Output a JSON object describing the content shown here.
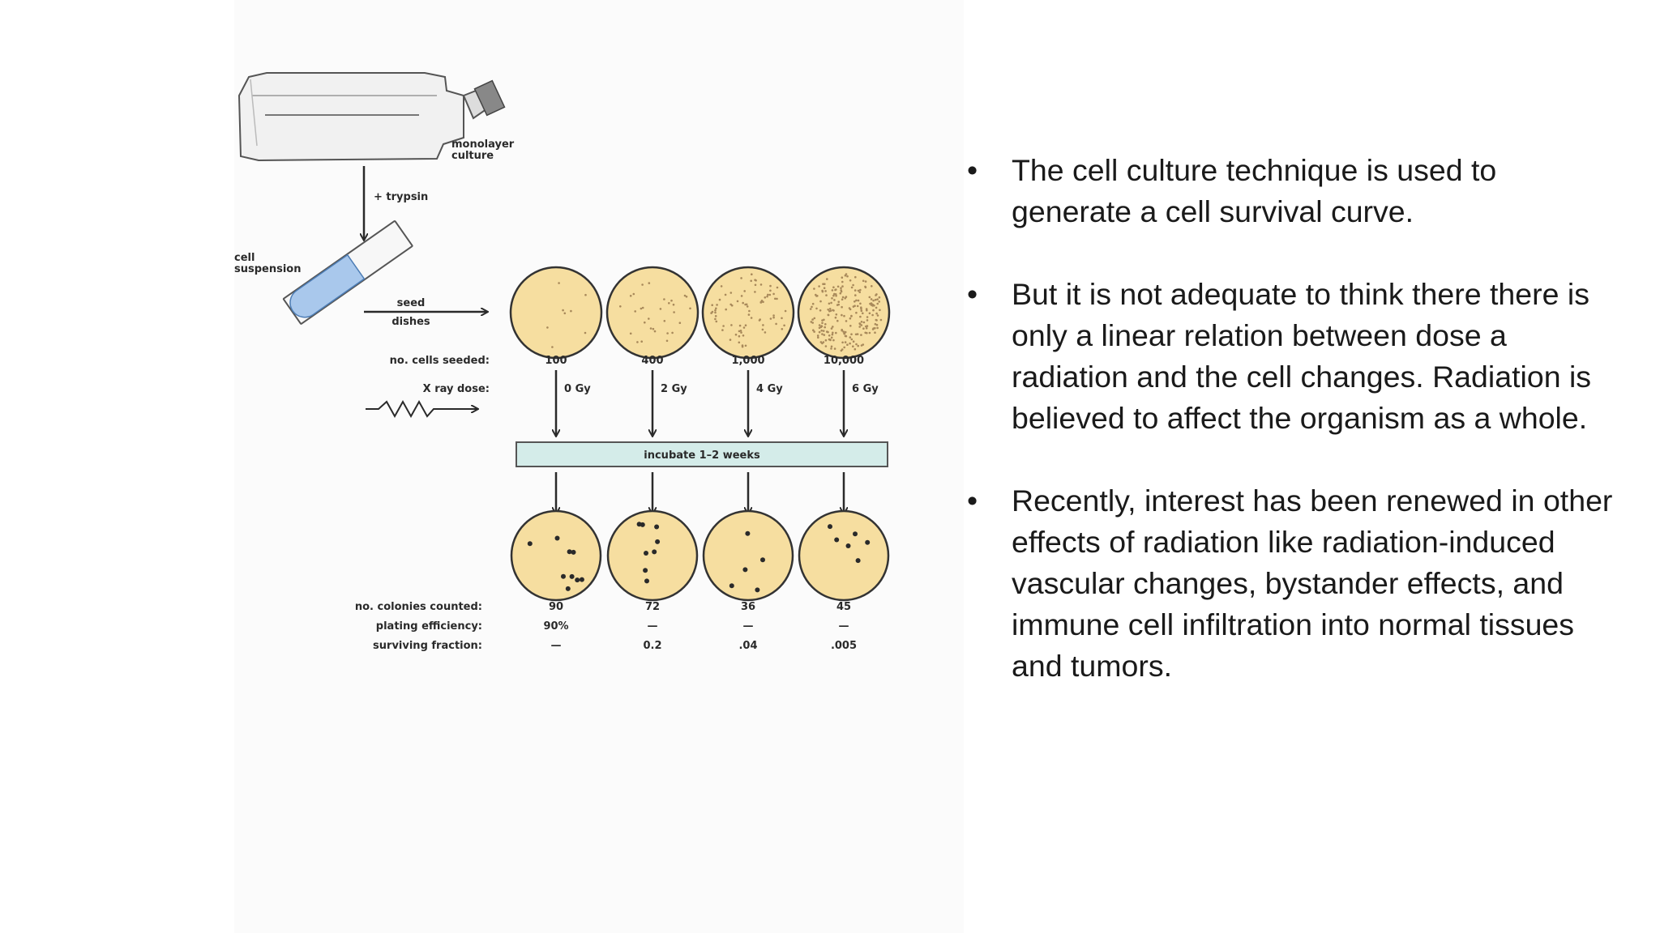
{
  "diagram": {
    "labels": {
      "monolayer": "monolayer",
      "culture": "culture",
      "trypsin": "+ trypsin",
      "cell": "cell",
      "suspension": "suspension",
      "seed": "seed",
      "dishes": "dishes",
      "cells_seeded": "no. cells seeded:",
      "xray_dose": "X ray dose:",
      "incubate": "incubate 1–2 weeks",
      "colonies_counted": "no. colonies counted:",
      "plating_efficiency": "plating efficiency:",
      "surviving_fraction": "surviving fraction:"
    },
    "dishes": [
      {
        "seeded": "100",
        "dose": "0 Gy",
        "colonies": "90",
        "plating": "90%",
        "fraction": "—",
        "seed_dots": 8,
        "colony_dots": 9
      },
      {
        "seeded": "400",
        "dose": "2 Gy",
        "colonies": "72",
        "plating": "—",
        "fraction": "0.2",
        "seed_dots": 30,
        "colony_dots": 8
      },
      {
        "seeded": "1,000",
        "dose": "4 Gy",
        "colonies": "36",
        "plating": "—",
        "fraction": ".04",
        "seed_dots": 80,
        "colony_dots": 5
      },
      {
        "seeded": "10,000",
        "dose": "6 Gy",
        "colonies": "45",
        "plating": "—",
        "fraction": ".005",
        "seed_dots": 220,
        "colony_dots": 6
      }
    ],
    "colors": {
      "dish_fill": "#f6deA0",
      "tube_liquid": "#a9c8ec",
      "incubate_bar": "#d4ece9",
      "ink": "#2a2a2a"
    }
  },
  "bullets": [
    "The cell culture technique is used to generate a cell survival curve.",
    "But it is not adequate to think there there is only a linear relation between dose a radiation and the cell changes. Radiation is believed to affect the organism as a whole.",
    "Recently, interest has been renewed in other effects of radiation like radiation-induced vascular changes, bystander effects, and immune cell infiltration into normal tissues and tumors."
  ]
}
